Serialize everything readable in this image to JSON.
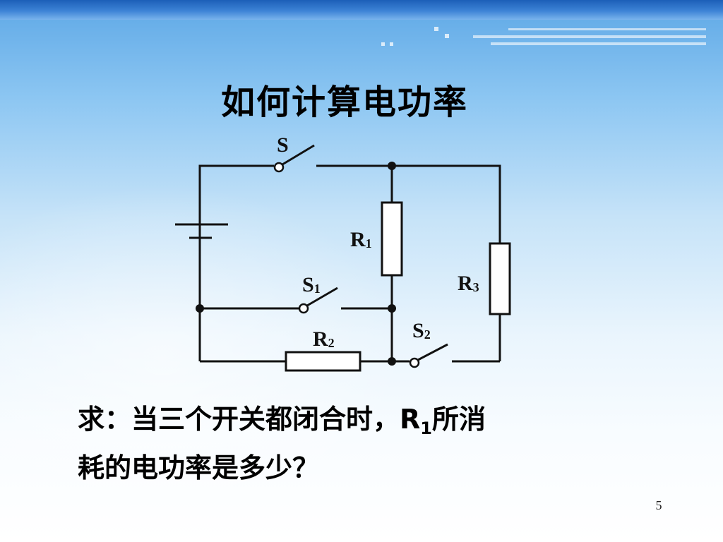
{
  "slide": {
    "title": "如何计算电功率",
    "question": {
      "line1_before": "求：当三个开关都闭合时，R",
      "line1_sub": "1",
      "line1_after": "所消",
      "line2": "耗的电功率是多少？"
    },
    "page_number": "5"
  },
  "diagram": {
    "switch_S": {
      "letter": "S",
      "sub": ""
    },
    "switch_S1": {
      "letter": "S",
      "sub": "1"
    },
    "switch_S2": {
      "letter": "S",
      "sub": "2"
    },
    "resistor_R1": {
      "letter": "R",
      "sub": "1"
    },
    "resistor_R2": {
      "letter": "R",
      "sub": "2"
    },
    "resistor_R3": {
      "letter": "R",
      "sub": "3"
    }
  },
  "colors": {
    "wire": "#111111",
    "top_bar": "#1c5fb8",
    "background_top": "#5ea8e6",
    "background_bottom": "#ffffff"
  }
}
